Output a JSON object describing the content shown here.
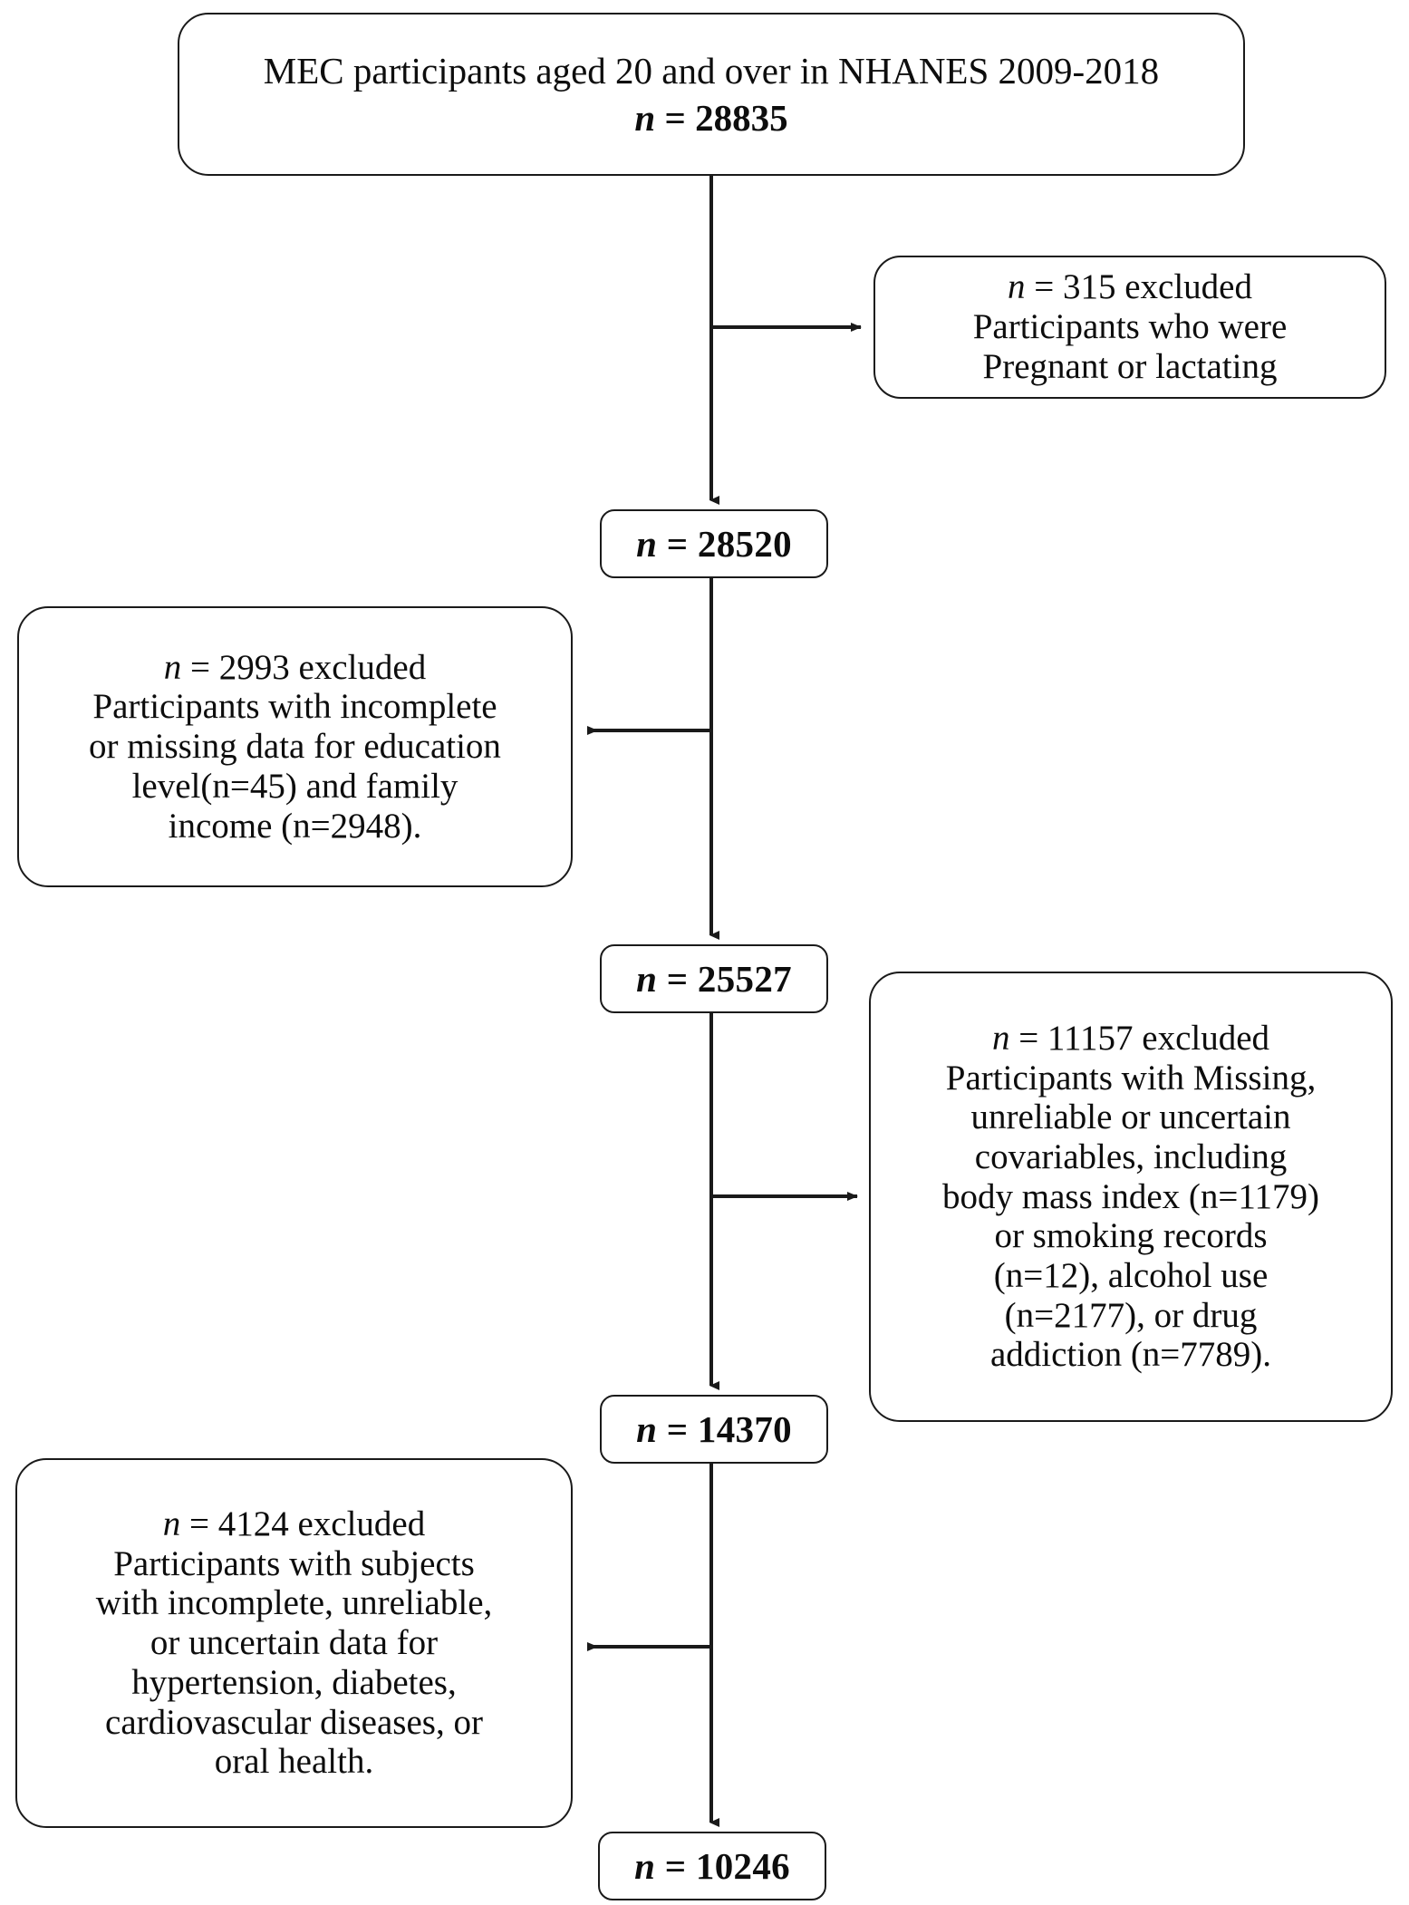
{
  "diagram": {
    "type": "flowchart",
    "orientation": "vertical",
    "colors": {
      "stroke": "#1a1a1a",
      "text": "#0d0d0d",
      "background": "#ffffff"
    },
    "nodes": {
      "total": {
        "line1": "MEC participants aged 20 and over in NHANES 2009-2018",
        "line2_prefix": "n",
        "line2_value": " = 28835"
      },
      "excluded_pregnant": {
        "line1_prefix": "n",
        "line1_value": " = 315 excluded",
        "line2": "Participants who were",
        "line3": "Pregnant or lactating"
      },
      "n28520": {
        "prefix": "n",
        "value": " = 28520"
      },
      "excluded_education": {
        "line1_prefix": "n",
        "line1_value": " = 2993 excluded",
        "line2": "Participants with incomplete",
        "line3": "or missing data for education",
        "line4": "level(n=45) and family",
        "line5": "income (n=2948)."
      },
      "n25527": {
        "prefix": "n",
        "value": " = 25527"
      },
      "excluded_covariables": {
        "line1_prefix": "n",
        "line1_value": " = 11157  excluded",
        "line2": "Participants with Missing,",
        "line3": "unreliable or uncertain",
        "line4": "covariables, including",
        "line5": "body mass index (n=1179)",
        "line6": "or smoking records",
        "line7": "(n=12), alcohol use",
        "line8": "(n=2177), or drug",
        "line9": "addiction (n=7789)."
      },
      "n14370": {
        "prefix": "n",
        "value": " = 14370"
      },
      "excluded_diseases": {
        "line1_prefix": "n",
        "line1_value": " = 4124 excluded",
        "line2": "Participants with subjects",
        "line3": "with incomplete, unreliable,",
        "line4": "or uncertain data for",
        "line5": "hypertension, diabetes,",
        "line6": "cardiovascular diseases, or",
        "line7": "oral health."
      },
      "n10246": {
        "prefix": "n",
        "value": " = 10246"
      }
    }
  }
}
